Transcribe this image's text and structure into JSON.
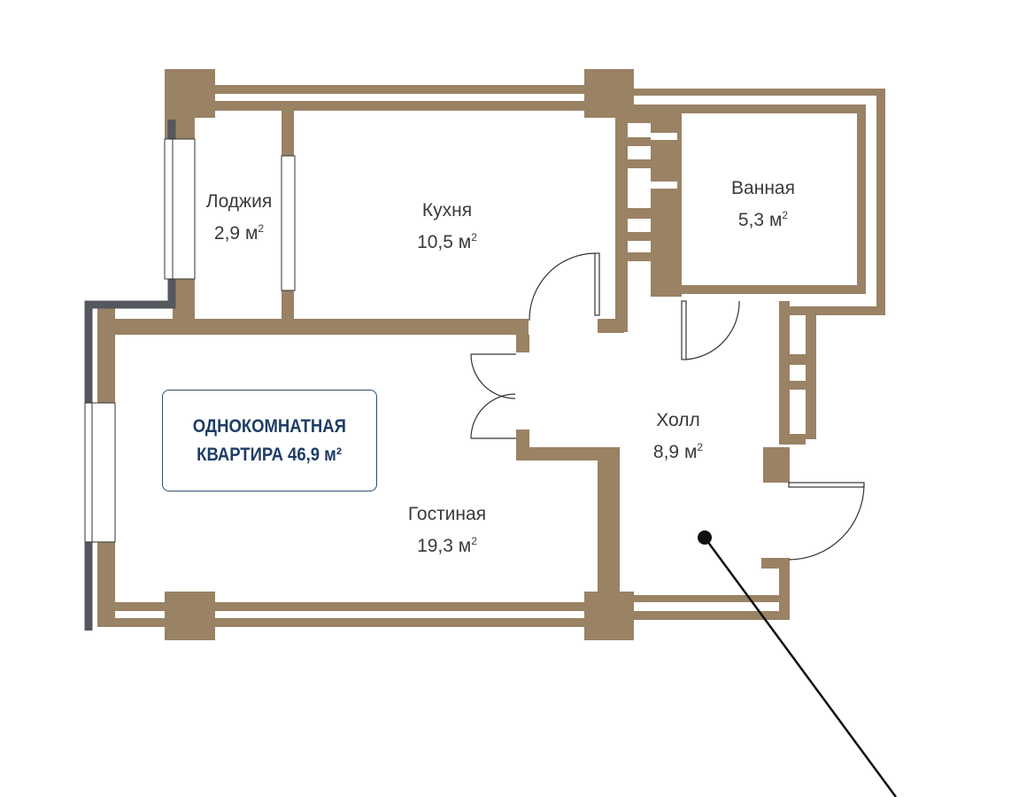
{
  "plan": {
    "title_line1": "ОДНОКОМНАТНАЯ",
    "title_line2": "КВАРТИРА 46,9 м²",
    "rooms": [
      {
        "name": "Лоджия",
        "area": "2,9 м",
        "unit_sup": "2"
      },
      {
        "name": "Кухня",
        "area": "10,5 м",
        "unit_sup": "2"
      },
      {
        "name": "Ванная",
        "area": "5,3 м",
        "unit_sup": "2"
      },
      {
        "name": "Холл",
        "area": "8,9 м",
        "unit_sup": "2"
      },
      {
        "name": "Гостиная",
        "area": "19,3 м",
        "unit_sup": "2"
      }
    ]
  },
  "colors": {
    "wall": "#9a8264",
    "outer_edge": "#55575e",
    "label_border": "#2d4d6e",
    "label_text": "#1f3d66"
  }
}
